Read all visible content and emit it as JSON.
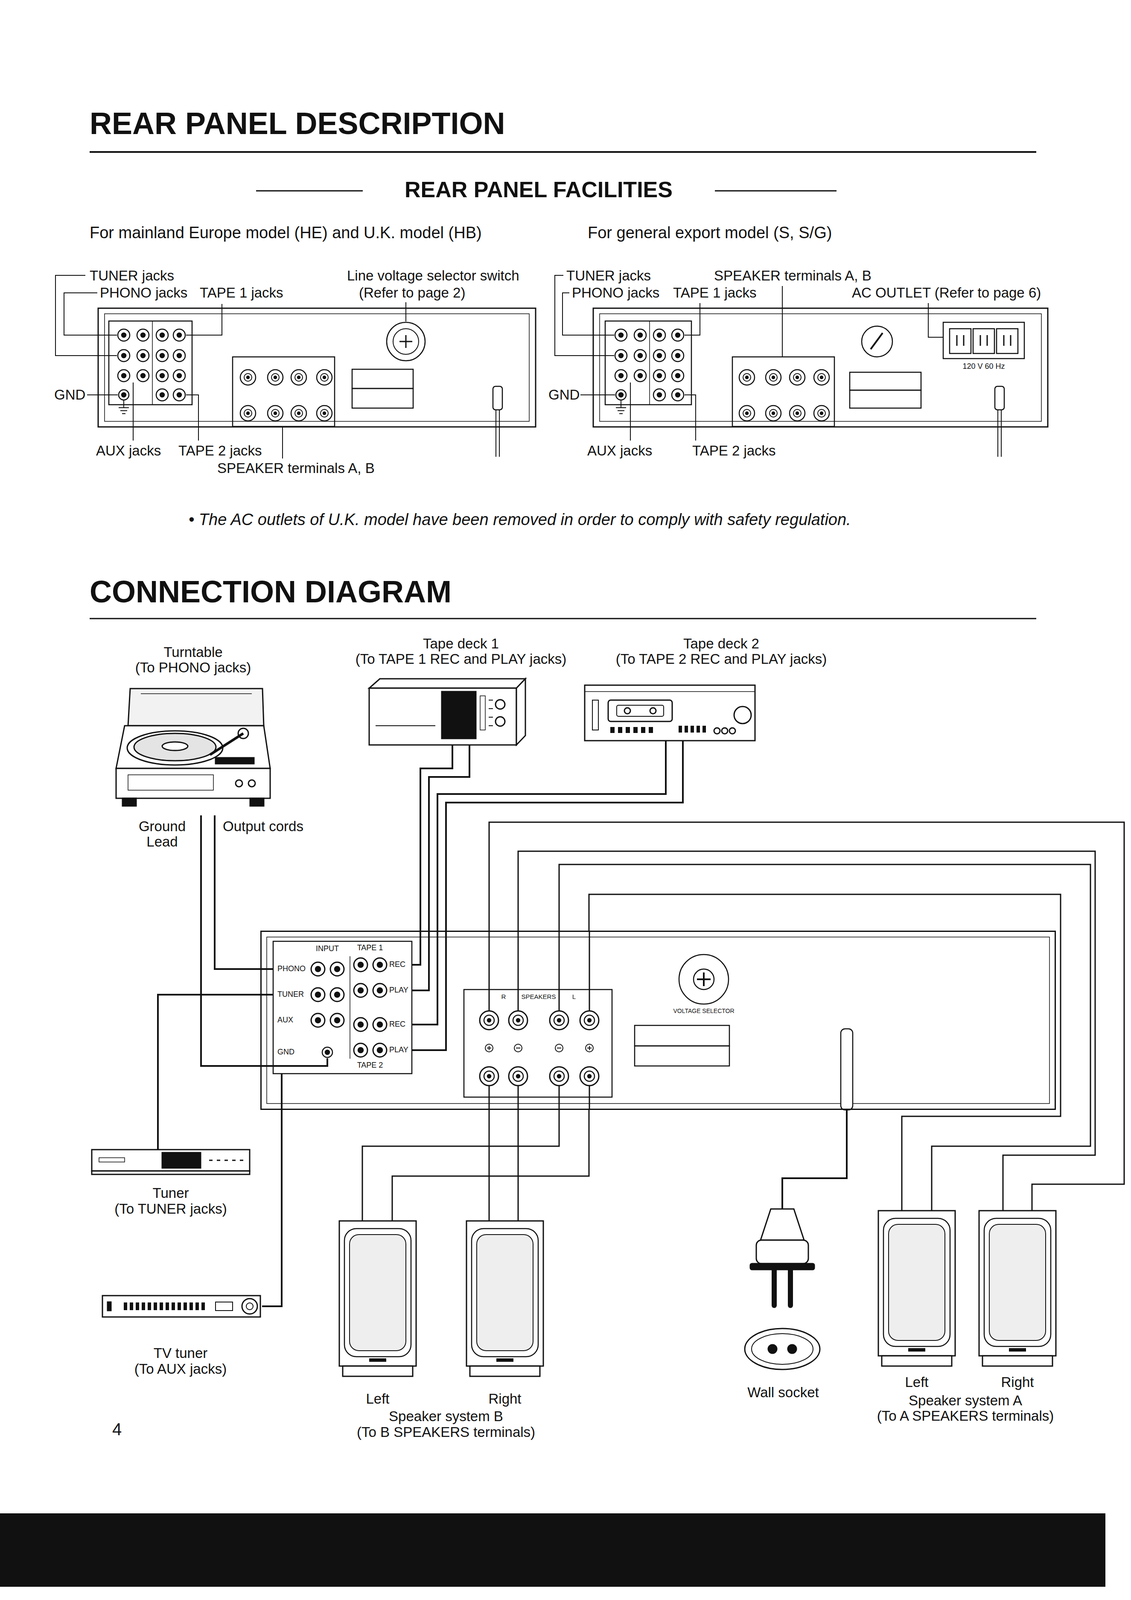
{
  "diagram": {
    "title": "REAR PANEL DESCRIPTION",
    "nodes": [
      {
        "text": [
          "Turntable",
          "(To PHONO jacks)"
        ]
      },
      {
        "text": [
          "Tape deck 1",
          "(To TAPE 1 REC and PLAY jacks)"
        ]
      },
      {
        "text": [
          "Tape deck 2",
          "(To TAPE 2 REC and PLAY jacks)"
        ]
      },
      {
        "text": [
          "INPUT",
          "PHONO",
          "TUNER",
          "AUX",
          "GND",
          "TAPE 1",
          "REC",
          "PLAY",
          "REC",
          "PLAY",
          "TAPE 2",
          "SPEAKERS",
          "R",
          "L",
          "VOLTAGE SELECTOR"
        ]
      },
      {
        "text": [
          "Tuner",
          "(To TUNER jacks)"
        ]
      },
      {
        "text": [
          "TV tuner",
          "(To AUX jacks)"
        ]
      },
      {
        "text": [
          "Left"
        ]
      },
      {
        "text": [
          "Right"
        ]
      },
      {
        "text": [
          "Wall socket"
        ]
      },
      {
        "text": [
          "Left"
        ]
      },
      {
        "text": [
          "Right"
        ]
      }
    ],
    "edges": [
      {
        "from": 0,
        "to": 3,
        "label": "Ground Lead",
        "arrow": "none"
      },
      {
        "from": 0,
        "to": 3,
        "label": "Output cords",
        "arrow": "none"
      },
      {
        "from": 1,
        "to": 3,
        "arrow": "none"
      },
      {
        "from": 1,
        "to": 3,
        "arrow": "none"
      },
      {
        "from": 2,
        "to": 3,
        "arrow": "none"
      },
      {
        "from": 2,
        "to": 3,
        "arrow": "none"
      },
      {
        "from": 4,
        "to": 3,
        "arrow": "none"
      },
      {
        "from": 5,
        "to": 3,
        "arrow": "none"
      },
      {
        "from": 6,
        "to": 3,
        "arrow": "none"
      },
      {
        "from": 7,
        "to": 3,
        "arrow": "none"
      },
      {
        "from": 8,
        "to": 3,
        "arrow": "none"
      },
      {
        "from": 9,
        "to": 3,
        "arrow": "none"
      },
      {
        "from": 10,
        "to": 3,
        "arrow": "none"
      }
    ],
    "labels": [
      "REAR PANEL FACILITIES",
      "For mainland Europe model (HE) and U.K. model (HB)",
      "For general export model (S, S/G)",
      "TUNER jacks",
      "PHONO jacks",
      "TAPE 1 jacks",
      "Line voltage selector switch",
      "(Refer to page 2)",
      "GND",
      "AUX jacks",
      "TAPE 2 jacks",
      "SPEAKER terminals A, B",
      "TUNER jacks",
      "SPEAKER terminals A, B",
      "PHONO jacks",
      "TAPE 1 jacks",
      "AC OUTLET (Refer to page 6)",
      "GND",
      "AUX jacks",
      "TAPE 2 jacks",
      "120 V 60 Hz",
      "• The AC outlets of U.K. model have been removed in order to comply with safety regulation.",
      "CONNECTION DIAGRAM",
      "Speaker system B",
      "(To B SPEAKERS terminals)",
      "Speaker system A",
      "(To A SPEAKERS terminals)",
      "4"
    ]
  }
}
